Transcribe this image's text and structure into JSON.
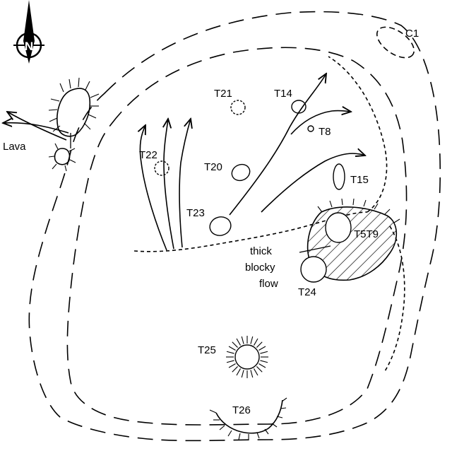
{
  "map": {
    "north_label": "N",
    "labels": {
      "c1": "C1",
      "t21": "T21",
      "t14": "T14",
      "t8": "T8",
      "t22": "T22",
      "t20": "T20",
      "t15": "T15",
      "t23": "T23",
      "t5t9": "T5T9",
      "t24": "T24",
      "t25": "T25",
      "t26": "T26",
      "lava": "Lava",
      "flow_note_1": "thick",
      "flow_note_2": "blocky",
      "flow_note_3": "flow"
    }
  }
}
